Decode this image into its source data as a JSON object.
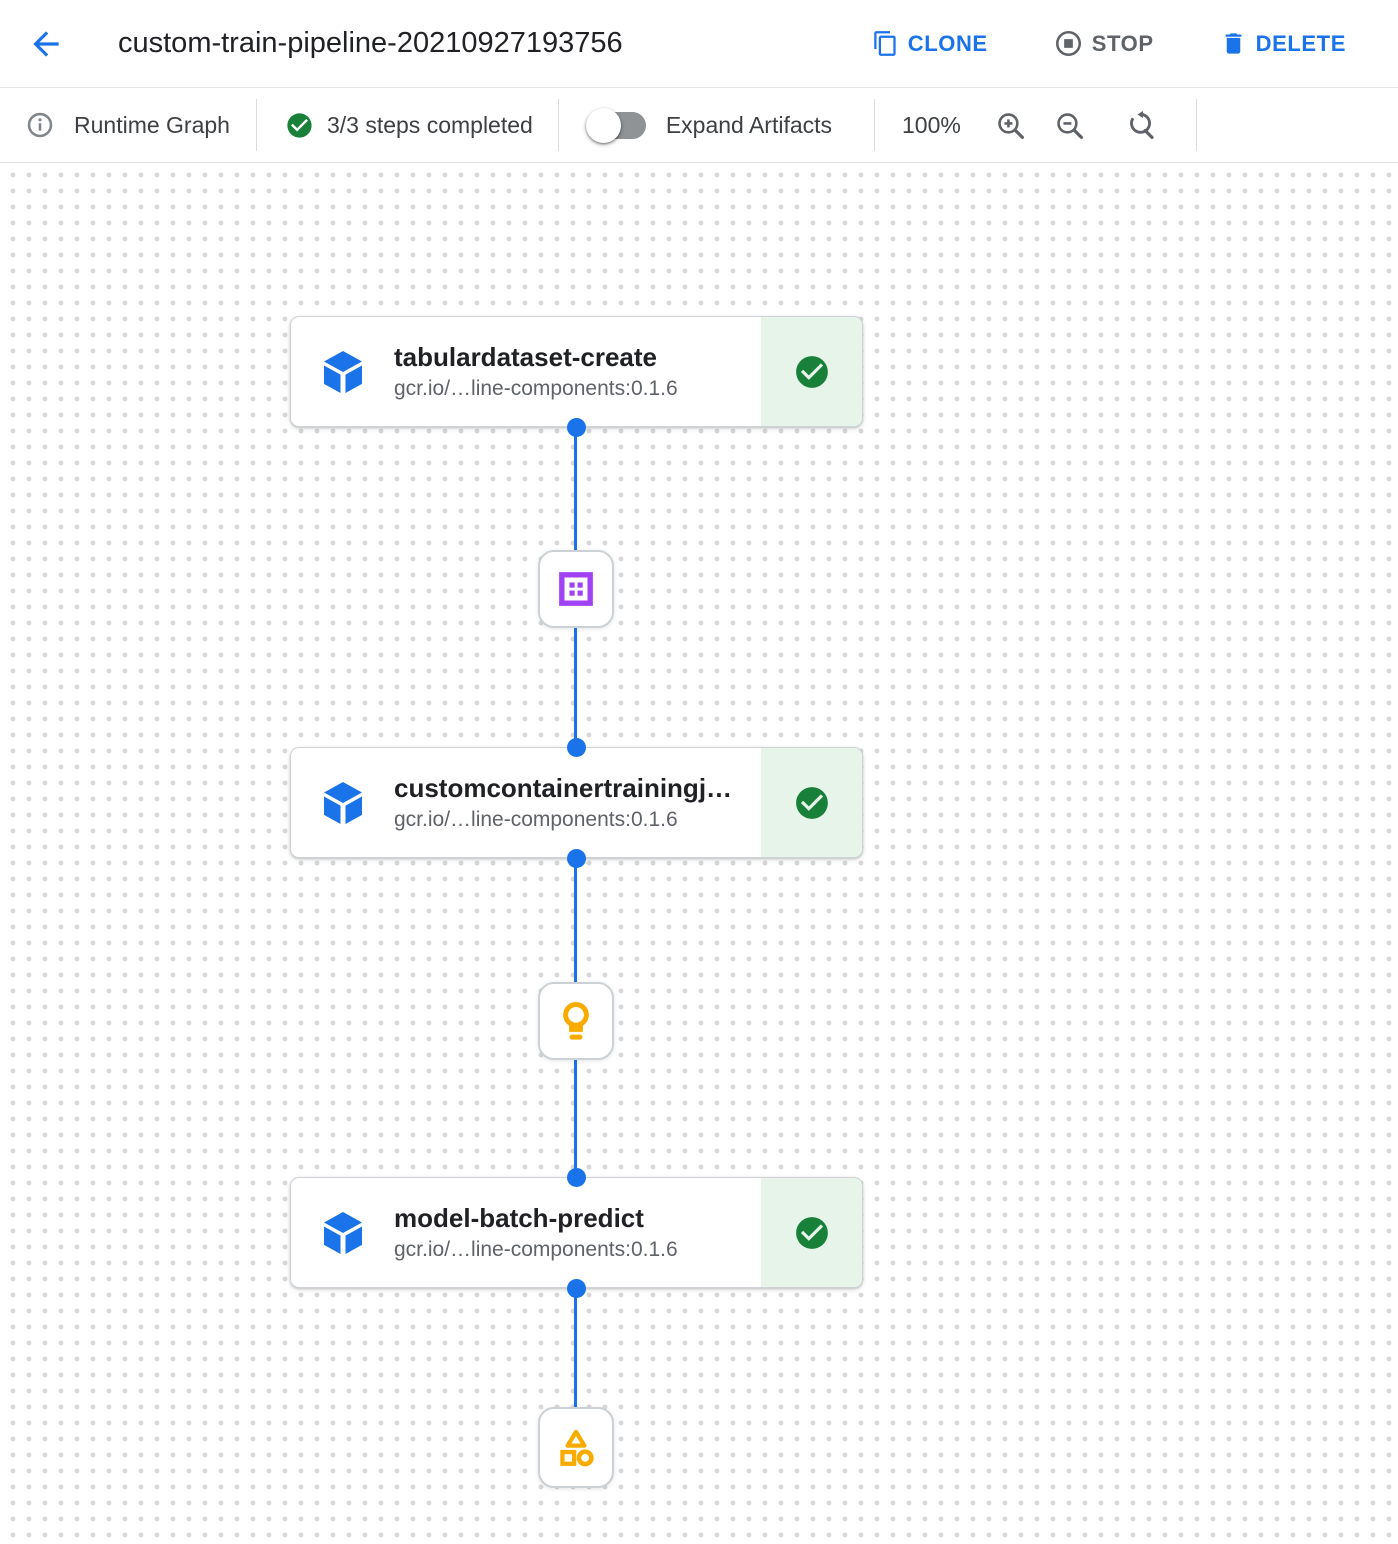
{
  "header": {
    "title": "custom-train-pipeline-20210927193756",
    "clone_label": "CLONE",
    "stop_label": "STOP",
    "delete_label": "DELETE"
  },
  "toolbar": {
    "view_label": "Runtime Graph",
    "steps_status": "3/3 steps completed",
    "expand_toggle_label": "Expand Artifacts",
    "expand_toggle_state": "off",
    "zoom_level": "100%"
  },
  "graph": {
    "nodes": [
      {
        "title": "tabulardataset-create",
        "subtitle": "gcr.io/…line-components:0.1.6",
        "status": "completed",
        "icon": "container-step-icon"
      },
      {
        "title": "customcontainertrainingj…",
        "subtitle": "gcr.io/…line-components:0.1.6",
        "status": "completed",
        "icon": "container-step-icon"
      },
      {
        "title": "model-batch-predict",
        "subtitle": "gcr.io/…line-components:0.1.6",
        "status": "completed",
        "icon": "container-step-icon"
      }
    ],
    "artifacts": [
      {
        "icon": "dataset-artifact-icon",
        "color": "#a142f4"
      },
      {
        "icon": "model-artifact-icon",
        "color": "#f9ab00"
      },
      {
        "icon": "generic-artifact-icon",
        "color": "#f9ab00"
      }
    ]
  },
  "colors": {
    "accent-blue": "#1a73e8",
    "edge-blue": "#1a73e8",
    "text-dark": "#202124",
    "text-gray": "#5f6368",
    "toolbar-text": "#3c4043",
    "success-green": "#188038",
    "success-bg": "#e6f4ea",
    "artifact-purple": "#a142f4",
    "artifact-amber": "#f9ab00",
    "border-gray": "#dadce0",
    "dot-gray": "#d8d8d8"
  }
}
